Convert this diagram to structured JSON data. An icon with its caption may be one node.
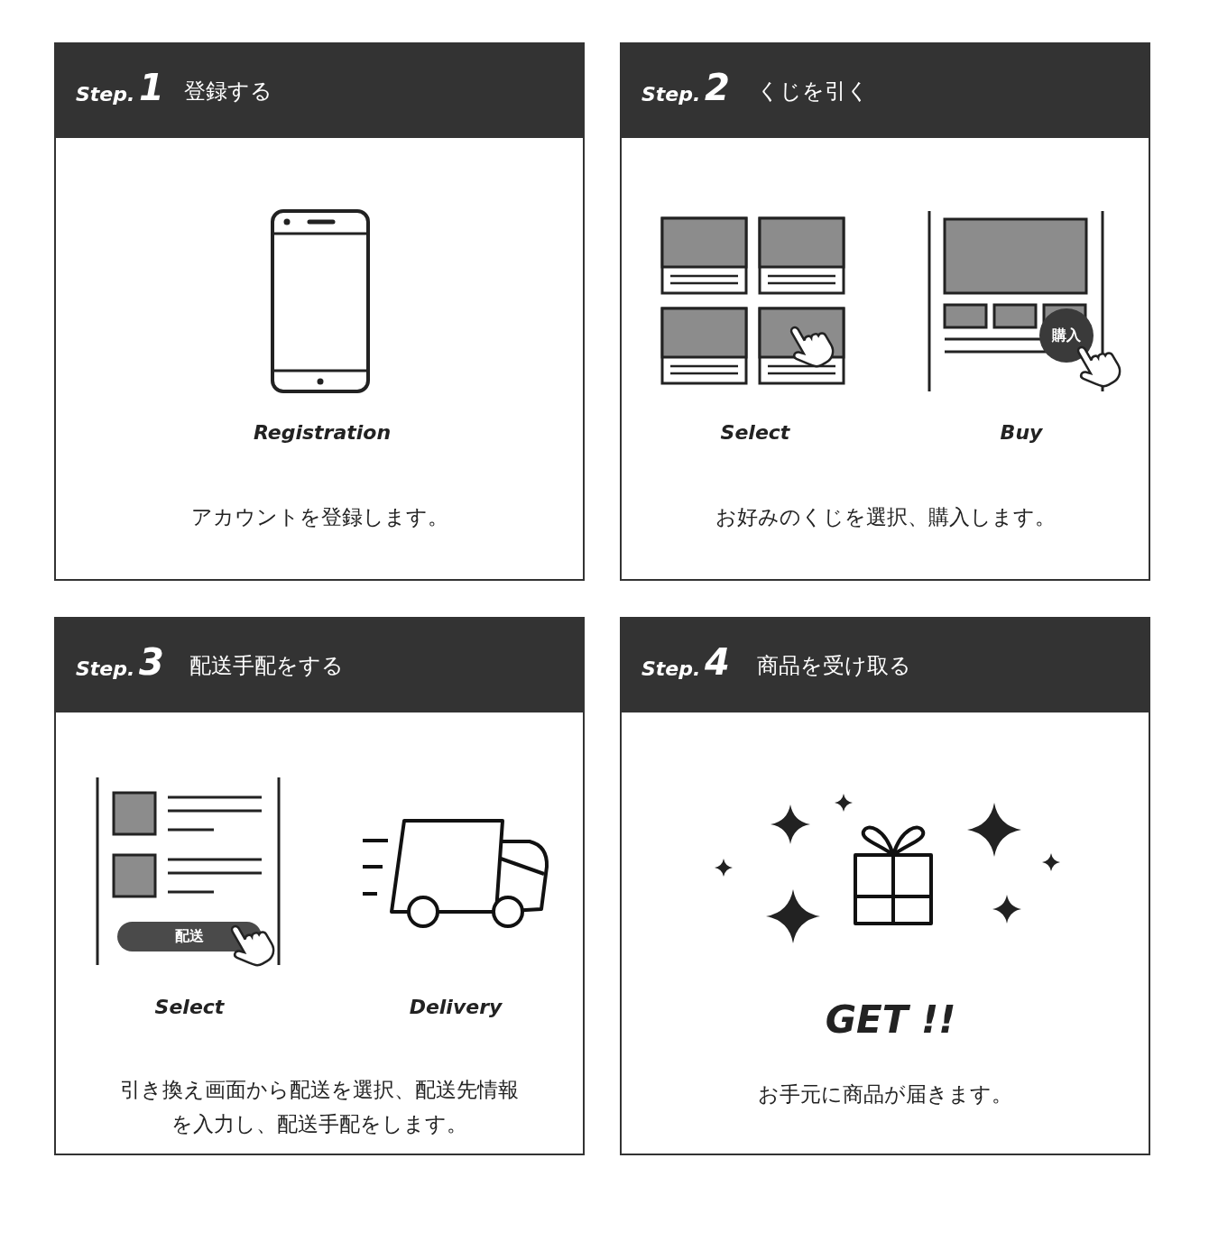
{
  "diagram": {
    "nodes": [
      {
        "text": [
          "Step.",
          "1",
          "登録する",
          "Registration",
          "アカウントを登録します。"
        ]
      },
      {
        "text": [
          "Step.",
          "2",
          "くじを引く",
          "Select",
          "Buy",
          "お好みのくじを選択、購入します。"
        ]
      },
      {
        "text": [
          "Step.",
          "3",
          "配送手配をする",
          "Select",
          "Delivery",
          "引き換え画面から配送を選択、配送先情報を入力し、配送手配をします。"
        ]
      },
      {
        "text": [
          "Step.",
          "4",
          "商品を受け取る",
          "GET !!",
          "お手元に商品が届きます。"
        ]
      }
    ],
    "edges": [],
    "labels": [
      "購入",
      "配送"
    ]
  }
}
